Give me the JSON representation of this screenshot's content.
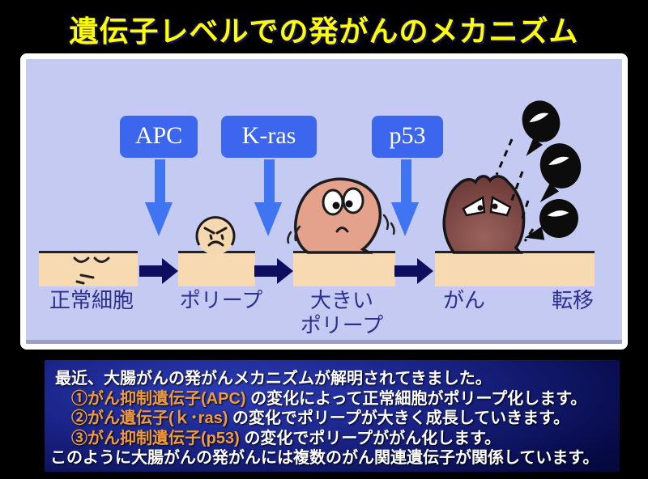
{
  "title": "遺伝子レベルでの発がんのメカニズム",
  "genes": [
    {
      "label": "APC"
    },
    {
      "label": "K-ras"
    },
    {
      "label": "p53"
    }
  ],
  "stages": [
    {
      "label": "正常細胞"
    },
    {
      "label": "ポリープ"
    },
    {
      "label": "大きい",
      "label2": "ポリープ"
    },
    {
      "label": "がん"
    },
    {
      "label": "転移"
    }
  ],
  "notes": {
    "line1": "最近、大腸がんの発がんメカニズムが解明されてきました。",
    "line2_gene": "①がん抑制遺伝子(APC)",
    "line2_rest": " の変化によって正常細胞がポリープ化します。",
    "line3_gene": "②がん遺伝子(ｋ･ras)",
    "line3_rest": " の変化でポリープが大きく成長していきます。",
    "line4_gene": "③がん抑制遺伝子(p53)",
    "line4_rest": " の変化でポリープががん化します。",
    "line5": "このように大腸がんの発がんには複数のがん関連遺伝子が関係しています。"
  },
  "colors": {
    "title_yellow": "#ffff00",
    "panel_background": "#c5caf2",
    "gene_box_blue": "#3c66ee",
    "down_arrow_blue": "#3f74f2",
    "flow_arrow_navy": "#0d0f5e",
    "tissue_peach": "#f7dab2",
    "label_navy": "#2b2f8e",
    "polyp_pink": "#e4a28d",
    "cancer_maroon": "#8a5450",
    "notes_highlight_orange": "#f09b3c"
  }
}
